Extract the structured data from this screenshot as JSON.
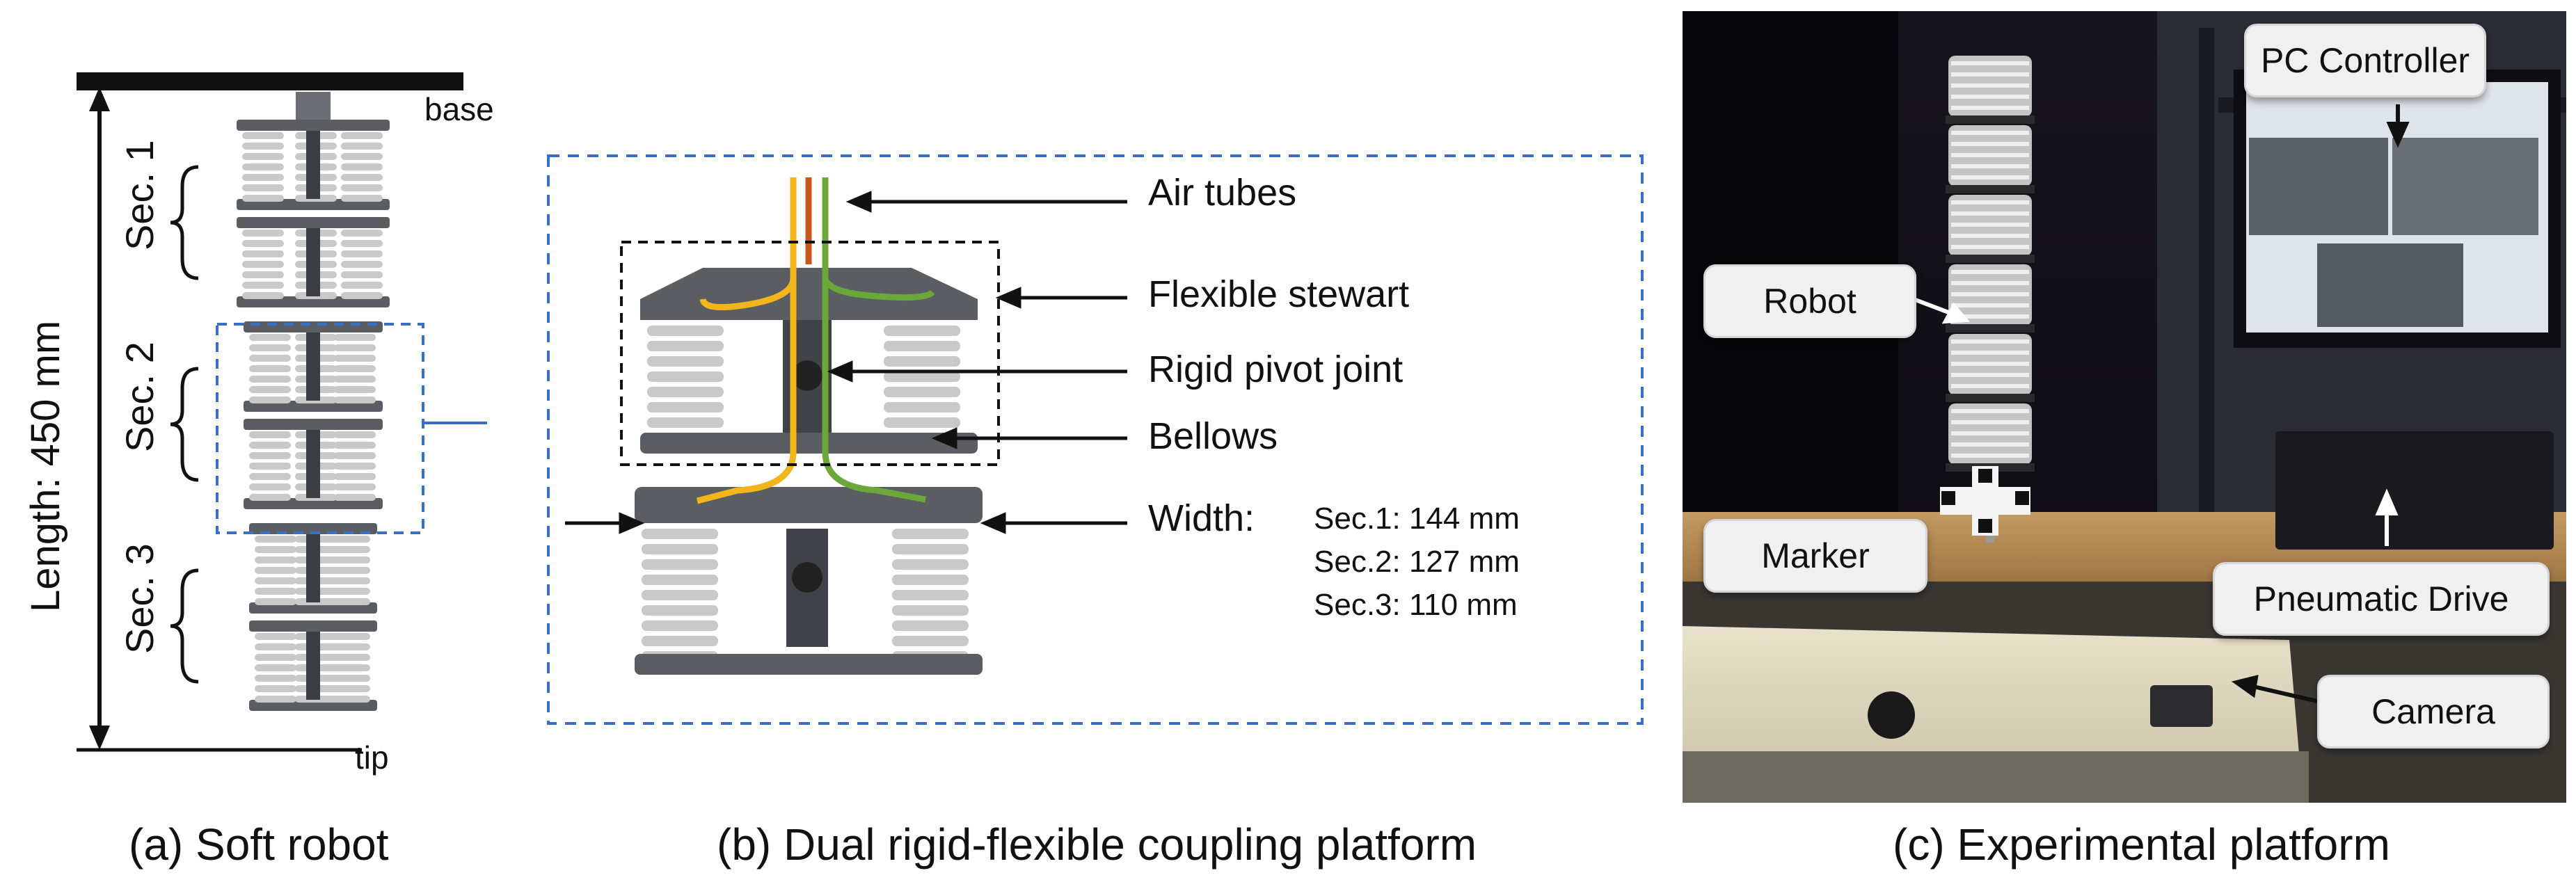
{
  "panel_a": {
    "base_label": "base",
    "tip_label": "tip",
    "length_label": "Length: 450 mm",
    "sections": [
      "Sec. 1",
      "Sec. 2",
      "Sec. 3"
    ],
    "caption": "(a) Soft robot"
  },
  "panel_b": {
    "annotations": {
      "air_tubes": "Air tubes",
      "flexible_stewart": "Flexible stewart",
      "rigid_pivot": "Rigid pivot joint",
      "bellows": "Bellows",
      "width": "Width:"
    },
    "widths": [
      "Sec.1: 144 mm",
      "Sec.2: 127 mm",
      "Sec.3: 110 mm"
    ],
    "caption": "(b) Dual rigid-flexible coupling platform"
  },
  "panel_c": {
    "labels": {
      "pc_controller": "PC Controller",
      "robot": "Robot",
      "marker": "Marker",
      "pneumatic_drive": "Pneumatic Drive",
      "camera": "Camera"
    },
    "caption": "(c) Experimental platform"
  },
  "colors": {
    "dashed_blue": "#3a6fc4",
    "tube_yellow": "#f2b51b",
    "tube_orange": "#c8571c",
    "tube_green": "#6aa83a",
    "robot_gray": "#5a5e63",
    "bellow_light": "#c9c9c9"
  }
}
